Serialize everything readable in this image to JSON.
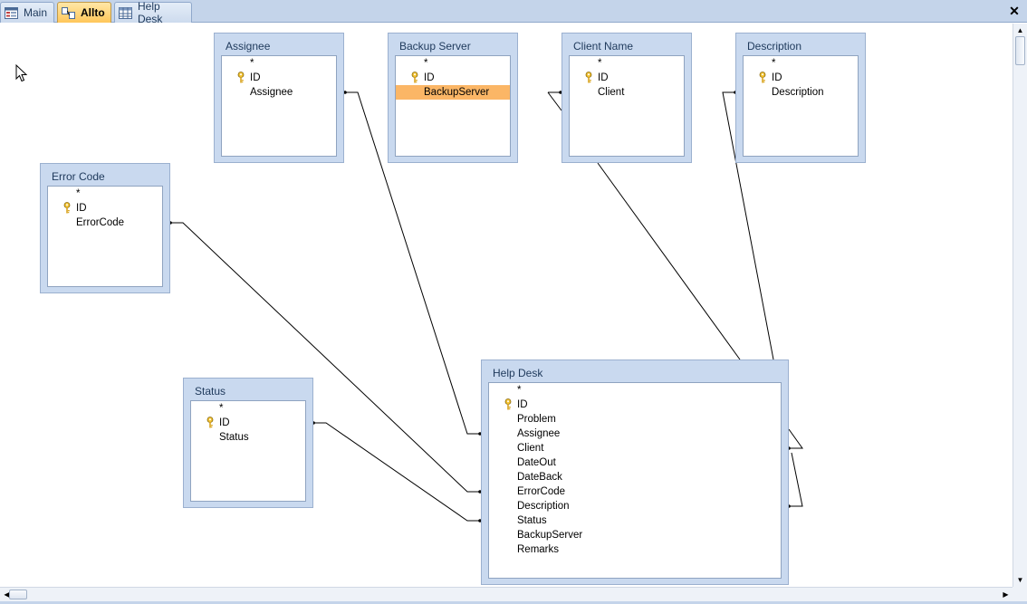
{
  "tabs": [
    {
      "label": "Main",
      "icon": "form-icon"
    },
    {
      "label": "Allto",
      "icon": "relationships-icon",
      "active": true
    },
    {
      "label": "Help Desk",
      "icon": "table-icon"
    }
  ],
  "close_label": "✕",
  "tables": {
    "assignee": {
      "title": "Assignee",
      "fields": [
        "*",
        "ID",
        "Assignee"
      ]
    },
    "backup_server": {
      "title": "Backup Server",
      "fields": [
        "*",
        "ID",
        "BackupServer"
      ]
    },
    "client_name": {
      "title": "Client Name",
      "fields": [
        "*",
        "ID",
        "Client"
      ]
    },
    "description": {
      "title": "Description",
      "fields": [
        "*",
        "ID",
        "Description"
      ]
    },
    "error_code": {
      "title": "Error Code",
      "fields": [
        "*",
        "ID",
        "ErrorCode"
      ]
    },
    "status": {
      "title": "Status",
      "fields": [
        "*",
        "ID",
        "Status"
      ]
    },
    "help_desk": {
      "title": "Help Desk",
      "fields": [
        "*",
        "ID",
        "Problem",
        "Assignee",
        "Client",
        "DateOut",
        "DateBack",
        "ErrorCode",
        "Description",
        "Status",
        "BackupServer",
        "Remarks"
      ]
    }
  },
  "selected_field": "BackupServer",
  "colors": {
    "accent": "#ffc75a",
    "selection": "#fbb666",
    "box": "#c9d9ef",
    "title_text": "#1e395b"
  }
}
